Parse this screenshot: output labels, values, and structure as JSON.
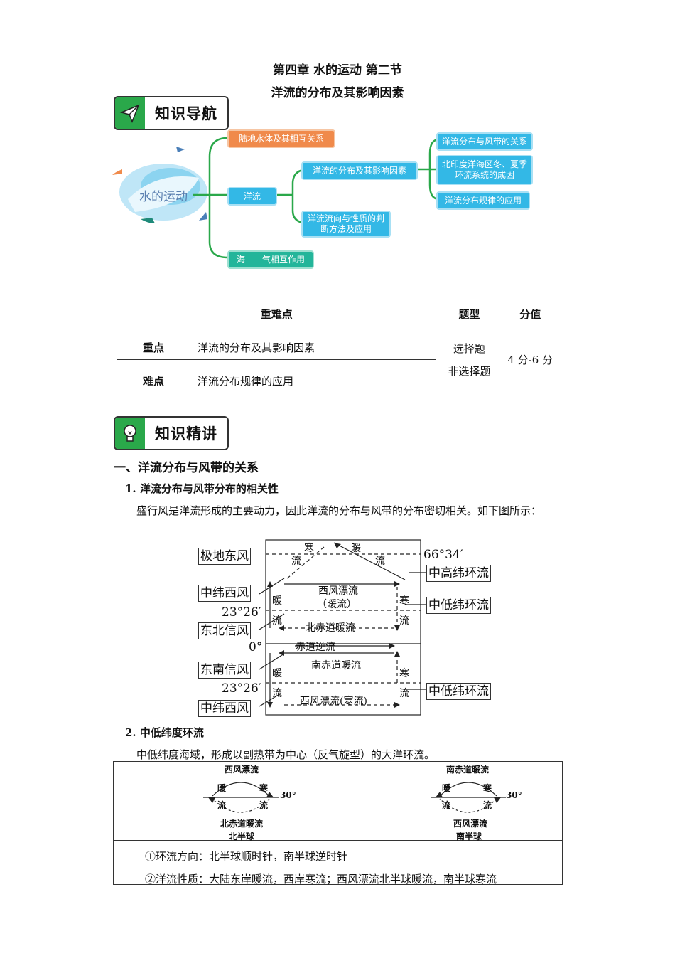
{
  "header": {
    "chapter": "第四章  水的运动  第二节",
    "section": "洋流的分布及其影响因素"
  },
  "nav_badge": {
    "label": "知识导航",
    "icon": "paper-plane-icon"
  },
  "mindmap": {
    "root": "水的运动",
    "branches": [
      "陆地水体及其相互关系",
      "洋流",
      "海——气相互作用"
    ],
    "sub_branches": [
      "洋流的分布及其影响因素",
      "洋流流向与性质的判断方法及应用"
    ],
    "leaves": [
      "洋流分布与风带的关系",
      "北印度洋海区冬、夏季环流系统的成因",
      "洋流分布规律的应用"
    ],
    "colors": {
      "orange": "#f08a4b",
      "blue": "#33b8e6",
      "green": "#23b59a",
      "connector": "#2aa84a"
    }
  },
  "key_table": {
    "headers": [
      "重难点",
      "题型",
      "分值"
    ],
    "rows": [
      {
        "type": "重点",
        "content": "洋流的分布及其影响因素"
      },
      {
        "type": "难点",
        "content": "洋流分布规律的应用"
      }
    ],
    "question_types": [
      "选择题",
      "非选择题"
    ],
    "score": "4 分-6 分"
  },
  "lecture_badge": {
    "label": "知识精讲",
    "icon": "lightbulb-icon"
  },
  "section1": {
    "heading": "一、洋流分布与风带的关系",
    "sub1": "1. 洋流分布与风带分布的相关性",
    "para": "盛行风是洋流形成的主要动力，因此洋流的分布与风带的分布密切相关。如下图所示：",
    "sub2": "2. 中低纬度环流",
    "para2": "中低纬度海域，形成以副热带为中心（反气旋型）的大洋环流。"
  },
  "figure": {
    "left_labels": [
      "极地东风",
      "中纬西风",
      "东北信风",
      "东南信风",
      "中纬西风"
    ],
    "right_labels": [
      "中高纬环流",
      "中低纬环流",
      "中低纬环流"
    ],
    "latitudes": [
      "66°34′",
      "23°26′",
      "0°",
      "23°26′"
    ],
    "current_labels": {
      "cold_top": "寒",
      "cold_top2": "流",
      "warm_top": "暖",
      "warm_top2": "流",
      "westerly_n": "西风漂流",
      "westerly_n2": "（暖流）",
      "n_equatorial": "北赤道暖流",
      "counter": "赤道逆流",
      "s_equatorial": "南赤道暖流",
      "westerly_s": "西风漂流(寒流)",
      "left_warm": "暖",
      "left_flow": "流",
      "right_cold": "寒",
      "right_flow": "流"
    }
  },
  "gyre_table": {
    "north": {
      "top": "西风漂流",
      "left1": "暖",
      "left2": "流",
      "right1": "寒",
      "right2": "流",
      "bottom": "北赤道暖流",
      "hemisphere": "北半球",
      "lat": "30°"
    },
    "south": {
      "top": "南赤道暖流",
      "left1": "暖",
      "left2": "流",
      "right1": "寒",
      "right2": "流",
      "bottom": "西风漂流",
      "hemisphere": "南半球",
      "lat": "30°"
    },
    "notes": [
      "①环流方向：北半球顺时针，南半球逆时针",
      "②洋流性质：大陆东岸暖流，西岸寒流；西风漂流北半球暖流，南半球寒流"
    ]
  }
}
